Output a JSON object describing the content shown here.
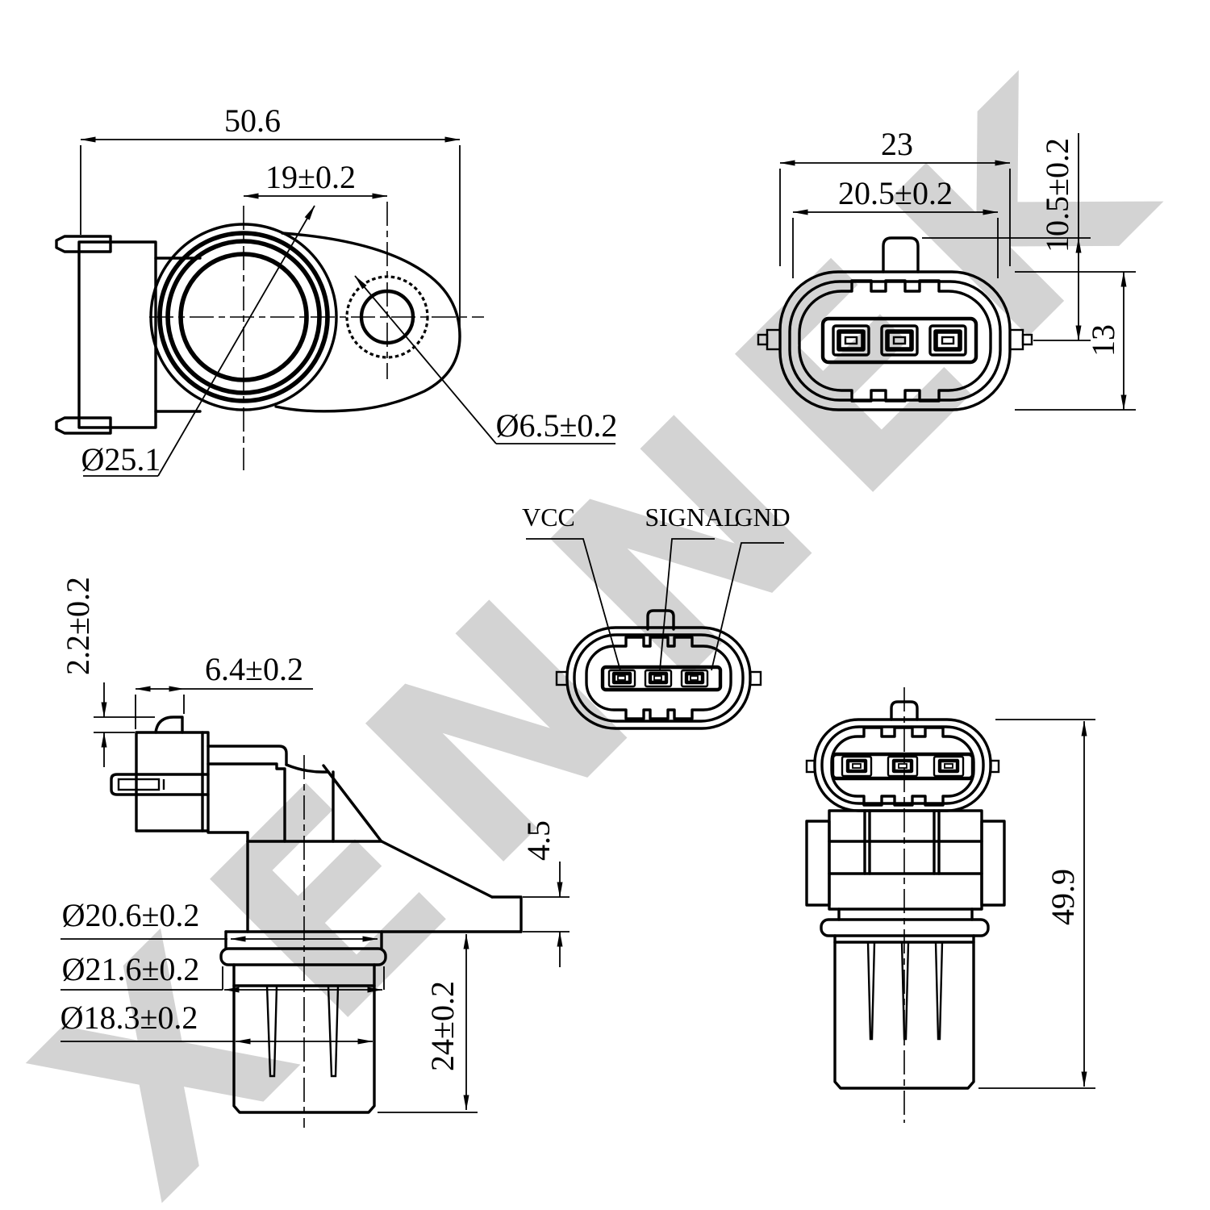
{
  "watermark": {
    "text": "XENNEK",
    "color": "#d3d3d3"
  },
  "colors": {
    "line": "#000000",
    "background": "#ffffff",
    "watermark": "#d3d3d3"
  },
  "views": {
    "top": {
      "overall_width": "50.6",
      "hole_offset": "19±0.2",
      "body_diameter": "Ø25.1",
      "hole_diameter": "Ø6.5±0.2"
    },
    "face": {
      "width": "23",
      "inner_width": "20.5±0.2",
      "tab_offset": "10.5±0.2",
      "height": "13"
    },
    "pinout": {
      "pin1": "VCC",
      "pin2": "SIGNAL",
      "pin3": "GND"
    },
    "side": {
      "latch_height": "2.2±0.2",
      "latch_width": "6.4±0.2",
      "collar_diameter": "Ø20.6±0.2",
      "oring_diameter": "Ø21.6±0.2",
      "tip_diameter": "Ø18.3±0.2",
      "flange_thickness": "4.5",
      "probe_depth": "24±0.2"
    },
    "front": {
      "overall_height": "49.9"
    }
  }
}
